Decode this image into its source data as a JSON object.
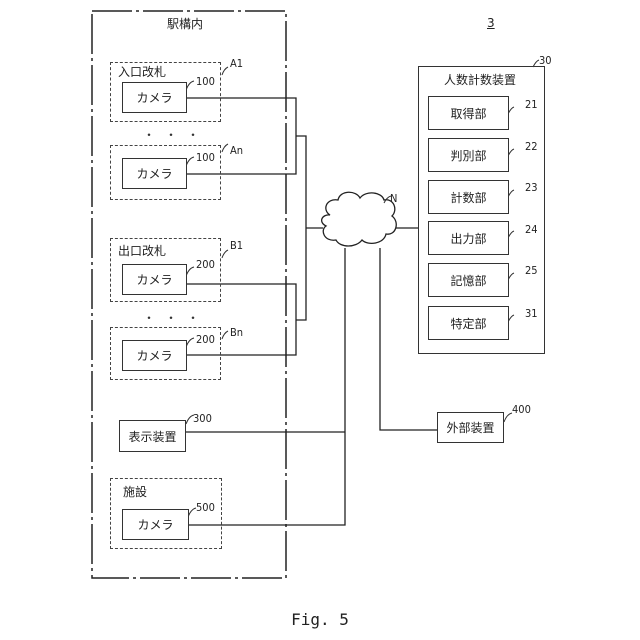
{
  "figure_number": "3",
  "caption": "Fig. 5",
  "station": {
    "title": "駅構内",
    "entrance_gates": [
      {
        "group_label": "入口改札",
        "ref": "A1",
        "camera_label": "カメラ",
        "camera_ref": "100"
      },
      {
        "group_label": "",
        "ref": "An",
        "camera_label": "カメラ",
        "camera_ref": "100"
      }
    ],
    "exit_gates": [
      {
        "group_label": "出口改札",
        "ref": "B1",
        "camera_label": "カメラ",
        "camera_ref": "200"
      },
      {
        "group_label": "",
        "ref": "Bn",
        "camera_label": "カメラ",
        "camera_ref": "200"
      }
    ],
    "ellipsis": "・・・",
    "display": {
      "label": "表示装置",
      "ref": "300"
    },
    "facility": {
      "group_label": "施設",
      "camera_label": "カメラ",
      "camera_ref": "500"
    }
  },
  "network": {
    "ref": "N"
  },
  "counter": {
    "title": "人数計数装置",
    "ref": "30",
    "units": [
      {
        "label": "取得部",
        "ref": "21"
      },
      {
        "label": "判別部",
        "ref": "22"
      },
      {
        "label": "計数部",
        "ref": "23"
      },
      {
        "label": "出力部",
        "ref": "24"
      },
      {
        "label": "記憶部",
        "ref": "25"
      },
      {
        "label": "特定部",
        "ref": "31"
      }
    ]
  },
  "external": {
    "label": "外部装置",
    "ref": "400"
  }
}
